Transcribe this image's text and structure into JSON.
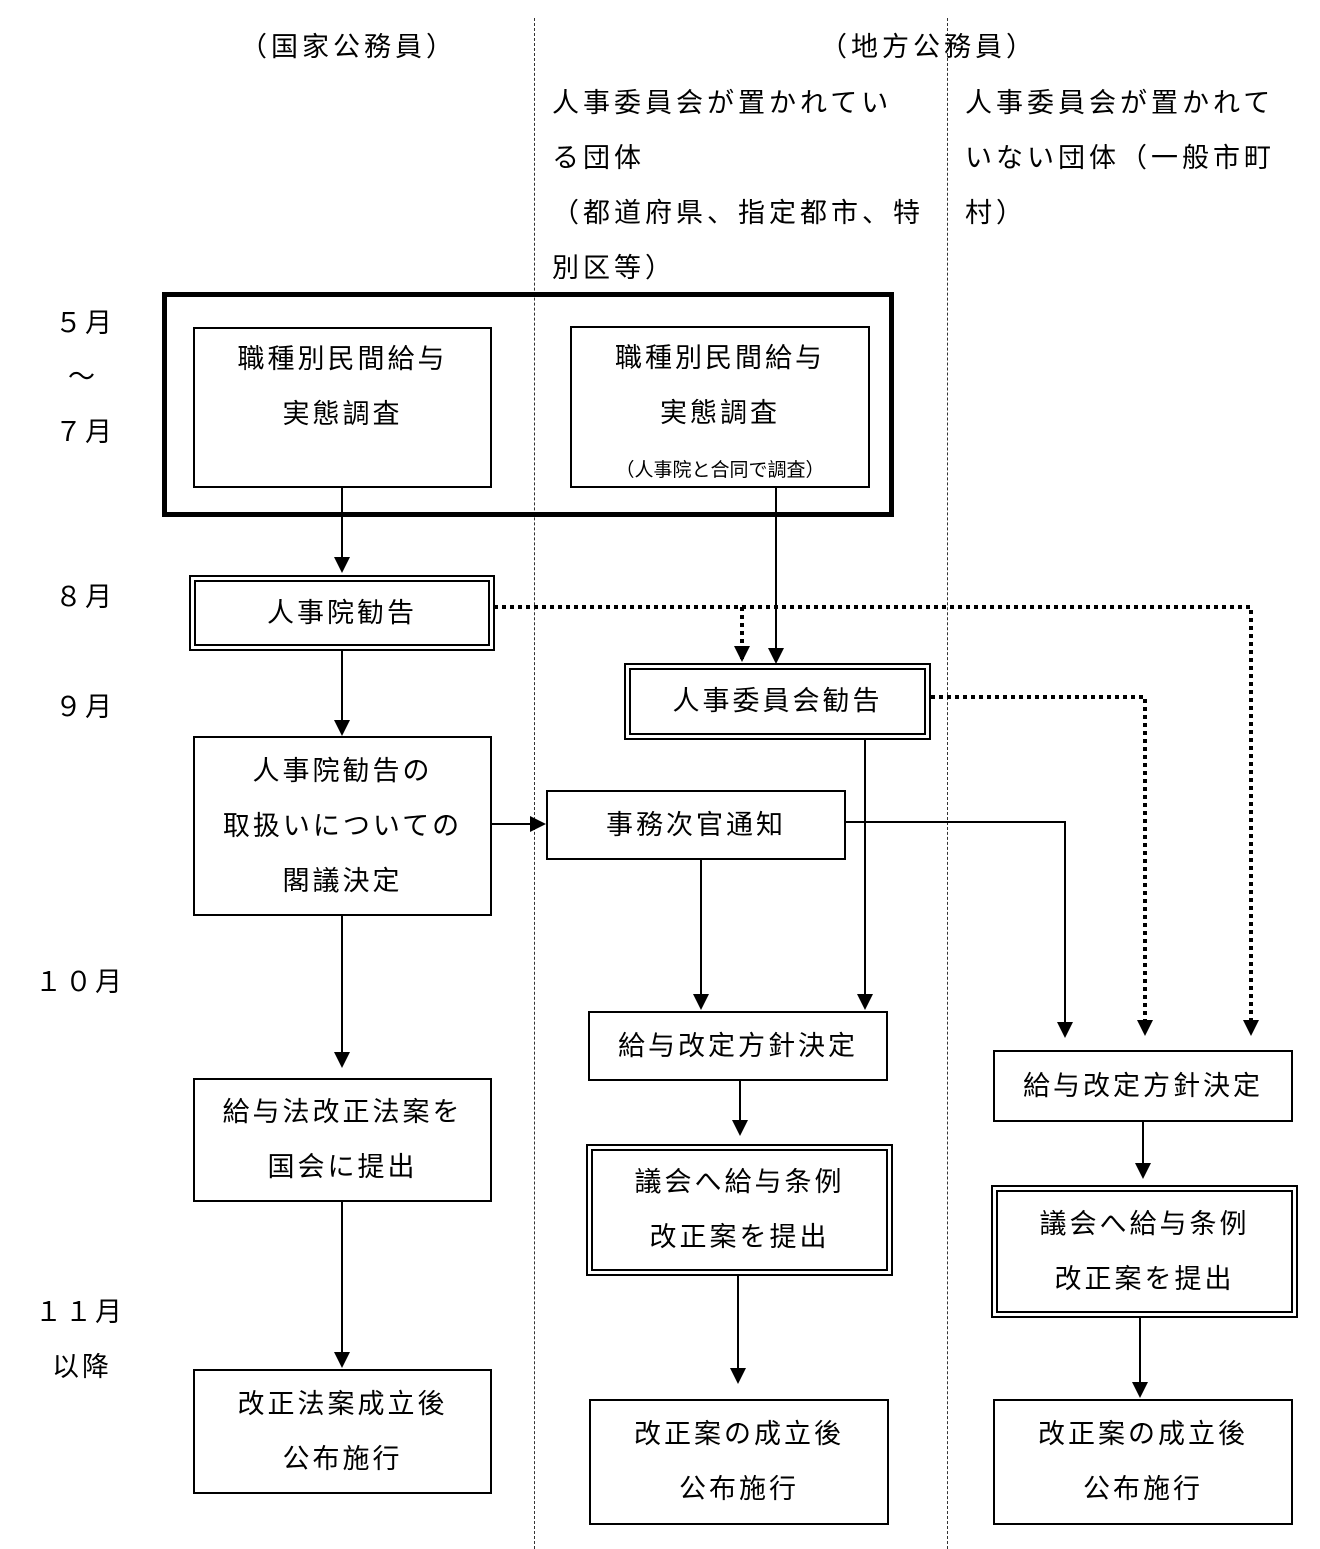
{
  "headers": {
    "national": "（国家公務員）",
    "local": "（地方公務員）",
    "with_committee": [
      "人事委員会が置かれてい",
      "る団体",
      "（都道府県、指定都市、特",
      "別区等）"
    ],
    "without_committee": [
      "人事委員会が置かれて",
      "いない団体（一般市町",
      "村）"
    ]
  },
  "months": {
    "may": "５月",
    "tilde": "～",
    "jul": "７月",
    "aug": "８月",
    "sep": "９月",
    "oct": "１０月",
    "nov": "１１月",
    "nov_after": "以降"
  },
  "nodes": {
    "nat_survey": [
      "職種別民間給与",
      "実態調査"
    ],
    "loc_survey": [
      "職種別民間給与",
      "実態調査"
    ],
    "loc_survey_note": "（人事院と合同で調査）",
    "npa_rec": "人事院勧告",
    "committee_rec": "人事委員会勧告",
    "cabinet": [
      "人事院勧告の",
      "取扱いについての",
      "閣議決定"
    ],
    "vice_notice": "事務次官通知",
    "policy_a": "給与改定方針決定",
    "policy_b": "給与改定方針決定",
    "nat_bill": [
      "給与法改正法案を",
      "国会に提出"
    ],
    "ord_a": [
      "議会へ給与条例",
      "改正案を提出"
    ],
    "ord_b": [
      "議会へ給与条例",
      "改正案を提出"
    ],
    "nat_enact": [
      "改正法案成立後",
      "公布施行"
    ],
    "enact_a": [
      "改正案の成立後",
      "公布施行"
    ],
    "enact_b": [
      "改正案の成立後",
      "公布施行"
    ]
  }
}
